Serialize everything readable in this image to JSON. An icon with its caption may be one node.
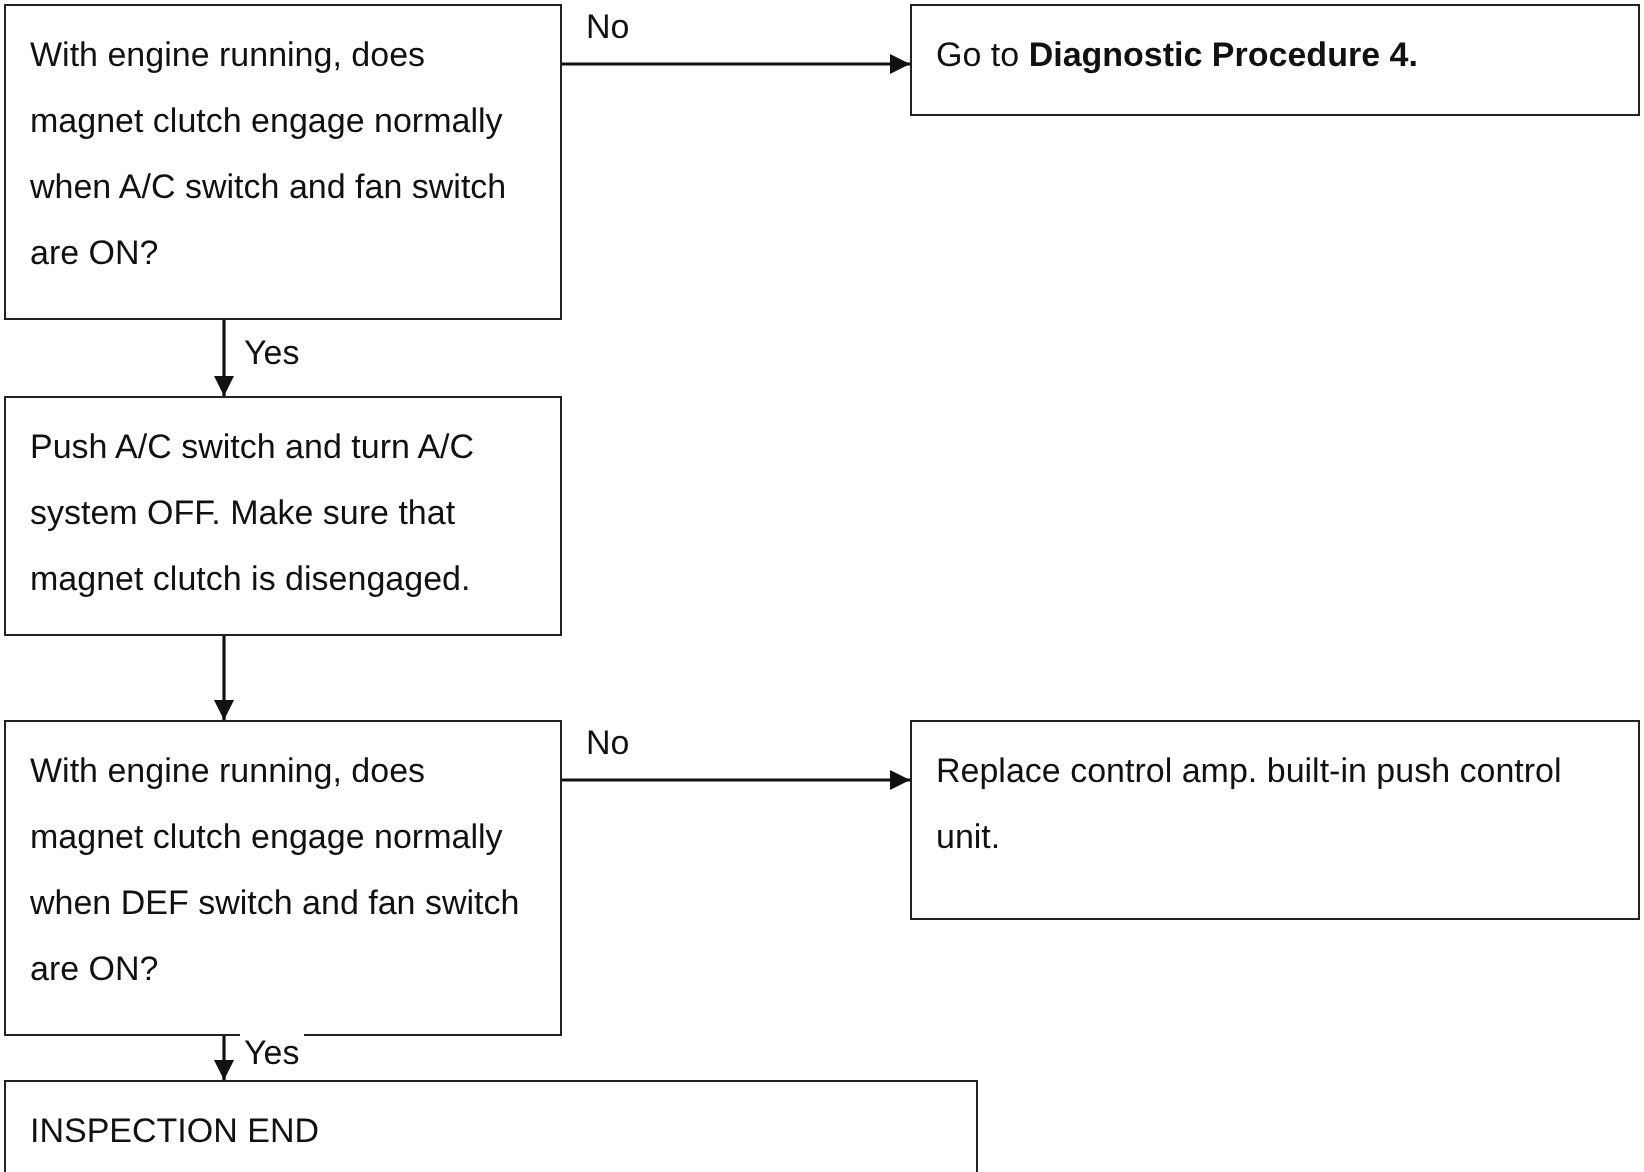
{
  "diagram": {
    "nodes": [
      {
        "text": [
          "With engine running, does magnet clutch engage normally when A/C switch and fan switch are ON?"
        ]
      },
      {
        "text": [
          "Go to **Diagnostic Procedure 4.**"
        ]
      },
      {
        "text": [
          "Push A/C switch and turn A/C system OFF. Make sure that magnet clutch is disengaged."
        ]
      },
      {
        "text": [
          "With engine running, does magnet clutch engage normally when DEF switch and fan switch are ON?"
        ]
      },
      {
        "text": [
          "Replace control amp. built-in push control unit."
        ]
      },
      {
        "text": [
          "INSPECTION END"
        ]
      }
    ],
    "edges": [
      {
        "from": 0,
        "to": 1,
        "arrow": "to",
        "label": "No"
      },
      {
        "from": 0,
        "to": 2,
        "arrow": "to",
        "label": "Yes"
      },
      {
        "from": 2,
        "to": 3,
        "arrow": "to"
      },
      {
        "from": 3,
        "to": 4,
        "arrow": "to",
        "label": "No"
      },
      {
        "from": 3,
        "to": 5,
        "arrow": "to",
        "label": "Yes"
      }
    ]
  }
}
